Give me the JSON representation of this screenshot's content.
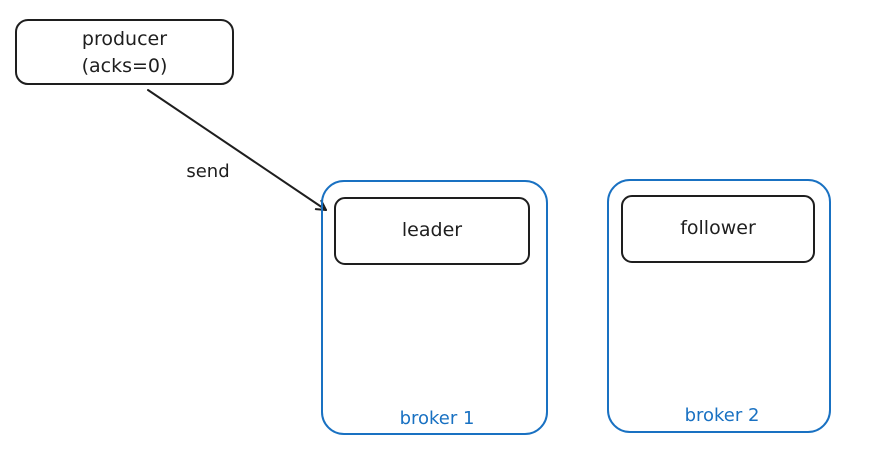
{
  "producer": {
    "line1": "producer",
    "line2": "(acks=0)"
  },
  "edge": {
    "label": "send"
  },
  "brokers": [
    {
      "label": "broker 1",
      "partition_label": "leader"
    },
    {
      "label": "broker 2",
      "partition_label": "follower"
    }
  ],
  "colors": {
    "stroke": "#1e1e1e",
    "broker_stroke": "#1971c2",
    "broker_label": "#1971c2",
    "background": "#ffffff"
  }
}
